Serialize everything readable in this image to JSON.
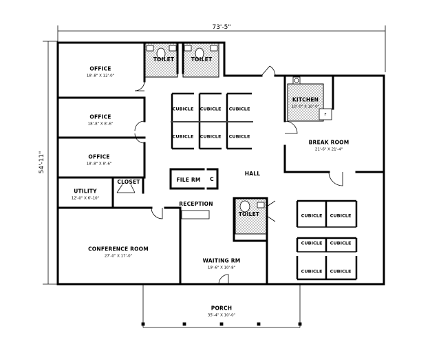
{
  "dimensions": {
    "width": "73'-5\"",
    "depth": "54'-11\""
  },
  "rooms": {
    "office1": {
      "name": "OFFICE",
      "size": "18'-8\" X 12'-0\""
    },
    "office2": {
      "name": "OFFICE",
      "size": "18'-8\" X 8'-6\""
    },
    "office3": {
      "name": "OFFICE",
      "size": "18'-8\" X 8'-6\""
    },
    "utility": {
      "name": "UTILITY",
      "size": "12'-0\" X 6'-10\""
    },
    "closet": {
      "name": "CLOSET"
    },
    "conference": {
      "name": "CONFERENCE ROOM",
      "size": "27'-0\" X 17'-0\""
    },
    "toilet1": {
      "name": "TOILET"
    },
    "toilet2": {
      "name": "TOILET"
    },
    "toilet3": {
      "name": "TOILET"
    },
    "kitchen": {
      "name": "KITCHEN",
      "size": "10'-0\" X 10'-0\""
    },
    "fridge": {
      "name": "F"
    },
    "break_room": {
      "name": "BREAK ROOM",
      "size": "21'-6\" X 21'-4\""
    },
    "file_room": {
      "name": "FILE RM"
    },
    "file_closet": {
      "name": "C"
    },
    "hall": {
      "name": "HALL"
    },
    "reception": {
      "name": "RECEPTION"
    },
    "waiting": {
      "name": "WAITING RM",
      "size": "19'-6\" X 10'-8\""
    },
    "porch": {
      "name": "PORCH",
      "size": "35'-4\" X 10'-0\""
    }
  },
  "cubicle_label": "CUBICLE"
}
